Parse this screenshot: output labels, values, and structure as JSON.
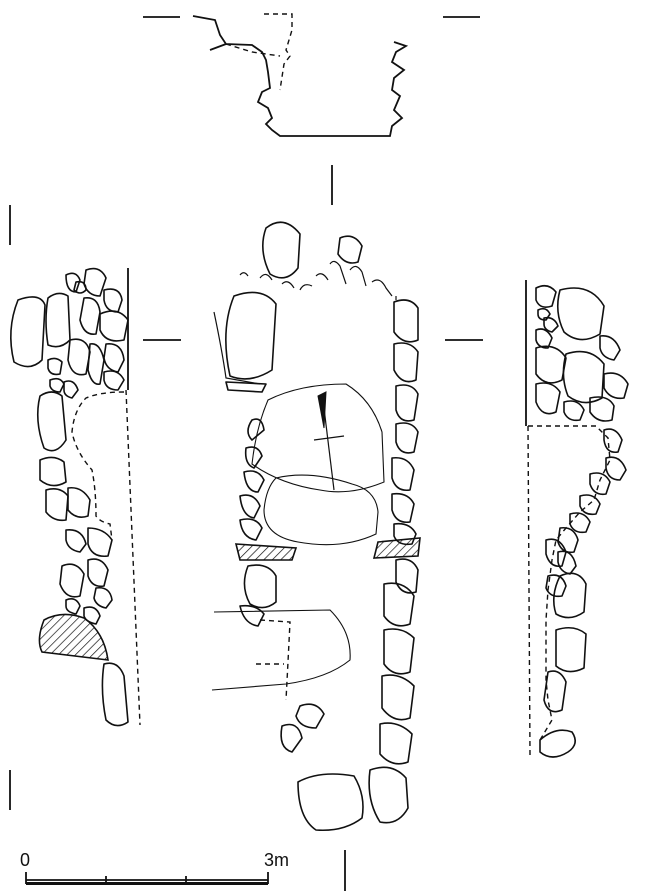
{
  "figure": {
    "description_type": "archaeological stone-lined pit plan with elevations and section",
    "colors": {
      "ink": "#111111",
      "background": "#ffffff"
    }
  },
  "scale_bar": {
    "start_label": "0",
    "end_label": "3m",
    "segments": 3
  },
  "north_arrow": {
    "icon": "north-arrow-icon"
  }
}
